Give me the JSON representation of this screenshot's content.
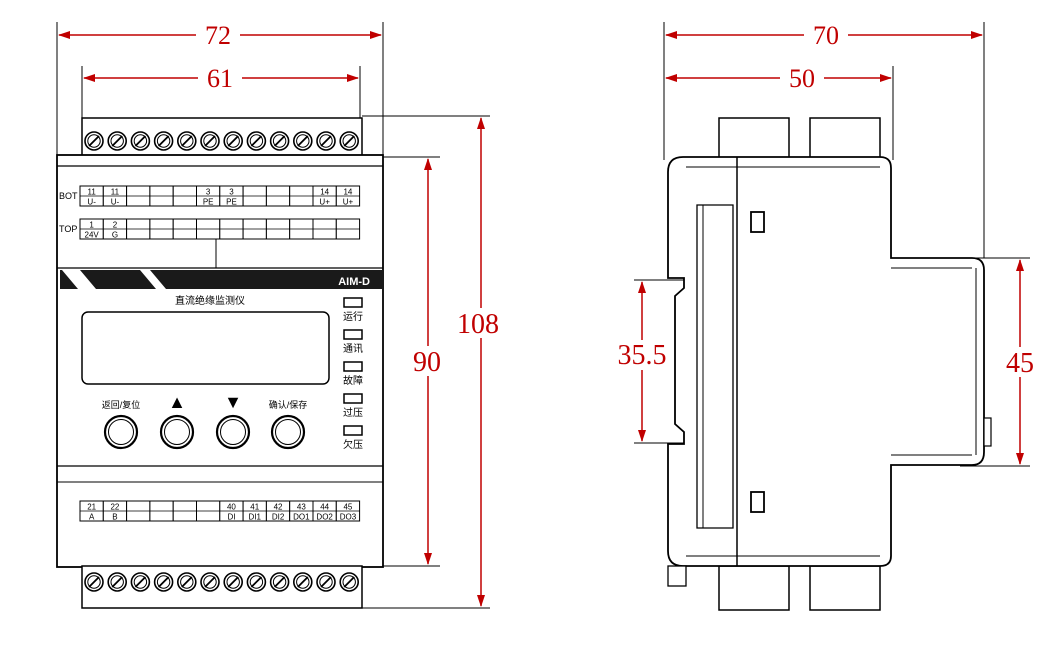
{
  "dimensions": {
    "front_total_width": "72",
    "front_terminal_width": "61",
    "front_total_height": "108",
    "front_body_height": "90",
    "side_total_width": "70",
    "side_upper_width": "50",
    "side_rail_height": "35.5",
    "side_body_height": "45"
  },
  "front_panel": {
    "terminal_rows": {
      "bot_label": "BOT",
      "top_label": "TOP",
      "bot_cells": [
        {
          "n": "11",
          "s": "U-"
        },
        {
          "n": "11",
          "s": "U-"
        },
        {
          "n": "",
          "s": ""
        },
        {
          "n": "",
          "s": ""
        },
        {
          "n": "",
          "s": ""
        },
        {
          "n": "3",
          "s": "PE"
        },
        {
          "n": "3",
          "s": "PE"
        },
        {
          "n": "",
          "s": ""
        },
        {
          "n": "",
          "s": ""
        },
        {
          "n": "",
          "s": ""
        },
        {
          "n": "14",
          "s": "U+"
        },
        {
          "n": "14",
          "s": "U+"
        }
      ],
      "top_cells": [
        {
          "n": "1",
          "s": "24V"
        },
        {
          "n": "2",
          "s": "G"
        },
        {
          "n": "",
          "s": ""
        },
        {
          "n": "",
          "s": ""
        },
        {
          "n": "",
          "s": ""
        },
        {
          "n": "",
          "s": ""
        },
        {
          "n": "",
          "s": ""
        },
        {
          "n": "",
          "s": ""
        },
        {
          "n": "",
          "s": ""
        },
        {
          "n": "",
          "s": ""
        },
        {
          "n": "",
          "s": ""
        },
        {
          "n": "",
          "s": ""
        }
      ],
      "bottom_cells": [
        {
          "n": "21",
          "s": "A"
        },
        {
          "n": "22",
          "s": "B"
        },
        {
          "n": "",
          "s": ""
        },
        {
          "n": "",
          "s": ""
        },
        {
          "n": "",
          "s": ""
        },
        {
          "n": "",
          "s": ""
        },
        {
          "n": "40",
          "s": "DI"
        },
        {
          "n": "41",
          "s": "DI1"
        },
        {
          "n": "42",
          "s": "DI2"
        },
        {
          "n": "43",
          "s": "DO1"
        },
        {
          "n": "44",
          "s": "DO2"
        },
        {
          "n": "45",
          "s": "DO3"
        }
      ]
    },
    "model": "AIM-D",
    "device_name": "直流绝缘监测仪",
    "indicators": [
      "运行",
      "通讯",
      "故障",
      "过压",
      "欠压"
    ],
    "buttons": [
      "返回/复位",
      "▲",
      "▼",
      "确认/保存"
    ]
  }
}
